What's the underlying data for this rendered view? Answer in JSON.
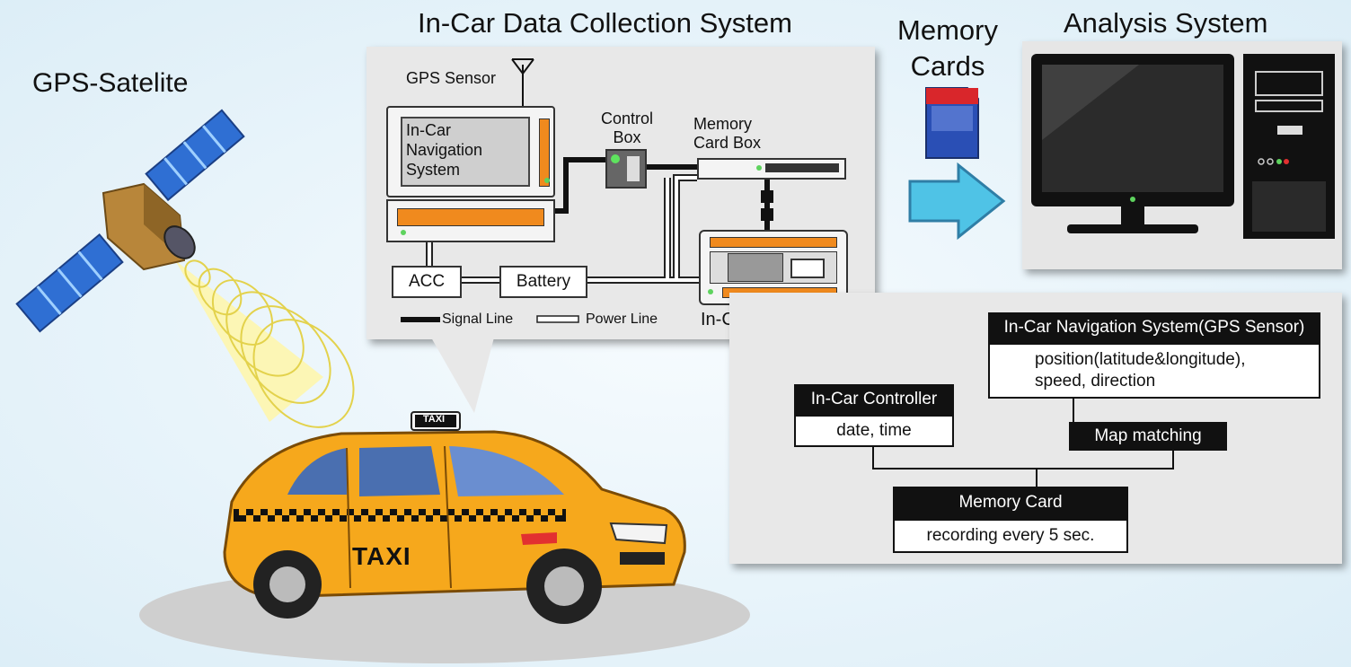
{
  "titles": {
    "satellite": "GPS-Satelite",
    "collection": "In-Car Data Collection System",
    "memory_cards": "Memory Cards",
    "analysis": "Analysis System"
  },
  "collection": {
    "gps_sensor": "GPS Sensor",
    "nav_system": "In-Car Navigation System",
    "control_box": "Control Box",
    "memory_card_box": "Memory Card Box",
    "acc": "ACC",
    "battery": "Battery",
    "signal_line": "Signal Line",
    "power_line": "Power Line",
    "controller": "In-Car Controller"
  },
  "flow": {
    "nav_header": "In-Car Navigation System(GPS Sensor)",
    "nav_body_1": "position(latitude&longitude),",
    "nav_body_2": "speed, direction",
    "ctrl_header": "In-Car Controller",
    "ctrl_body": "date, time",
    "map_matching": "Map matching",
    "mem_header": "Memory Card",
    "mem_body": "recording every 5 sec."
  },
  "taxi": {
    "roof_sign": "TAXI",
    "door_text": "TAXI"
  },
  "colors": {
    "taxi_yellow": "#f6a81c",
    "panel_gray": "#e8e8e8",
    "accent_orange": "#f08a1e",
    "arrow_cyan": "#4fc3e6",
    "card_blue": "#2a4fb5",
    "card_red": "#d9262b"
  }
}
